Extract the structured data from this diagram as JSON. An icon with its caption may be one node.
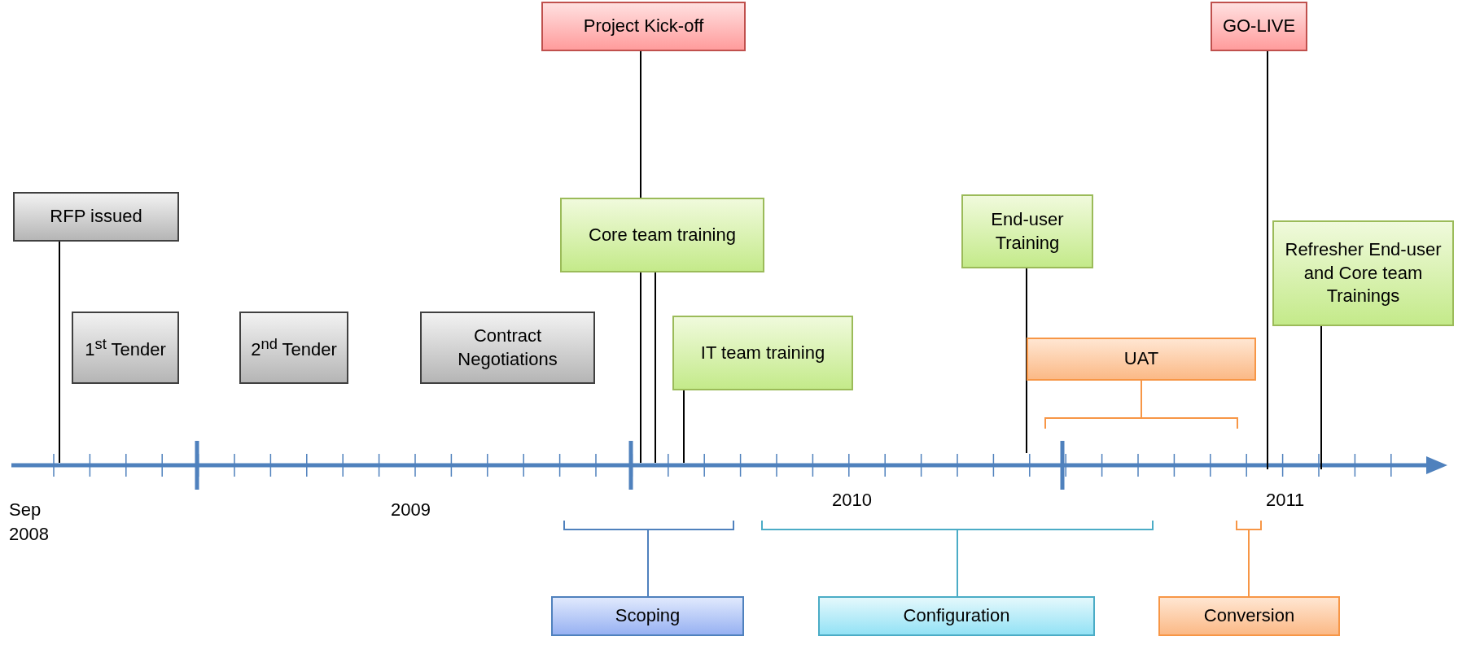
{
  "diagram": {
    "nodes": [
      {
        "text": [
          "Project Kick-off"
        ]
      },
      {
        "text": [
          "GO-LIVE"
        ]
      },
      {
        "text": [
          "RFP issued"
        ]
      },
      {
        "text": [
          "Core team training"
        ]
      },
      {
        "text": [
          "End-user Training"
        ]
      },
      {
        "text": [
          "Refresher End-user and Core team Trainings"
        ]
      },
      {
        "text": [
          "1$^{st}$ Tender"
        ]
      },
      {
        "text": [
          "2$^{nd}$ Tender"
        ]
      },
      {
        "text": [
          "Contract Negotiations"
        ]
      },
      {
        "text": [
          "IT team training"
        ]
      },
      {
        "text": [
          "UAT"
        ]
      },
      {
        "text": [
          "Scoping"
        ]
      },
      {
        "text": [
          "Configuration"
        ]
      },
      {
        "text": [
          "Conversion"
        ]
      }
    ],
    "edges": [
      {
        "from": 0,
        "to": null,
        "arrow": "none"
      },
      {
        "from": 1,
        "to": null,
        "arrow": "none"
      },
      {
        "from": 2,
        "to": null,
        "arrow": "none"
      },
      {
        "from": 3,
        "to": null,
        "arrow": "none"
      },
      {
        "from": 4,
        "to": null,
        "arrow": "none"
      },
      {
        "from": 5,
        "to": null,
        "arrow": "none"
      },
      {
        "from": 9,
        "to": null,
        "arrow": "none"
      },
      {
        "from": 10,
        "to": null,
        "arrow": "none",
        "color": "#f79646"
      },
      {
        "from": 11,
        "to": null,
        "arrow": "none",
        "color": "#4f81bd"
      },
      {
        "from": 12,
        "to": null,
        "arrow": "none",
        "color": "#4bacc6"
      },
      {
        "from": 13,
        "to": null,
        "arrow": "none",
        "color": "#f79646"
      }
    ],
    "labels": [
      "Sep 2008",
      "2009",
      "2010",
      "2011"
    ]
  }
}
